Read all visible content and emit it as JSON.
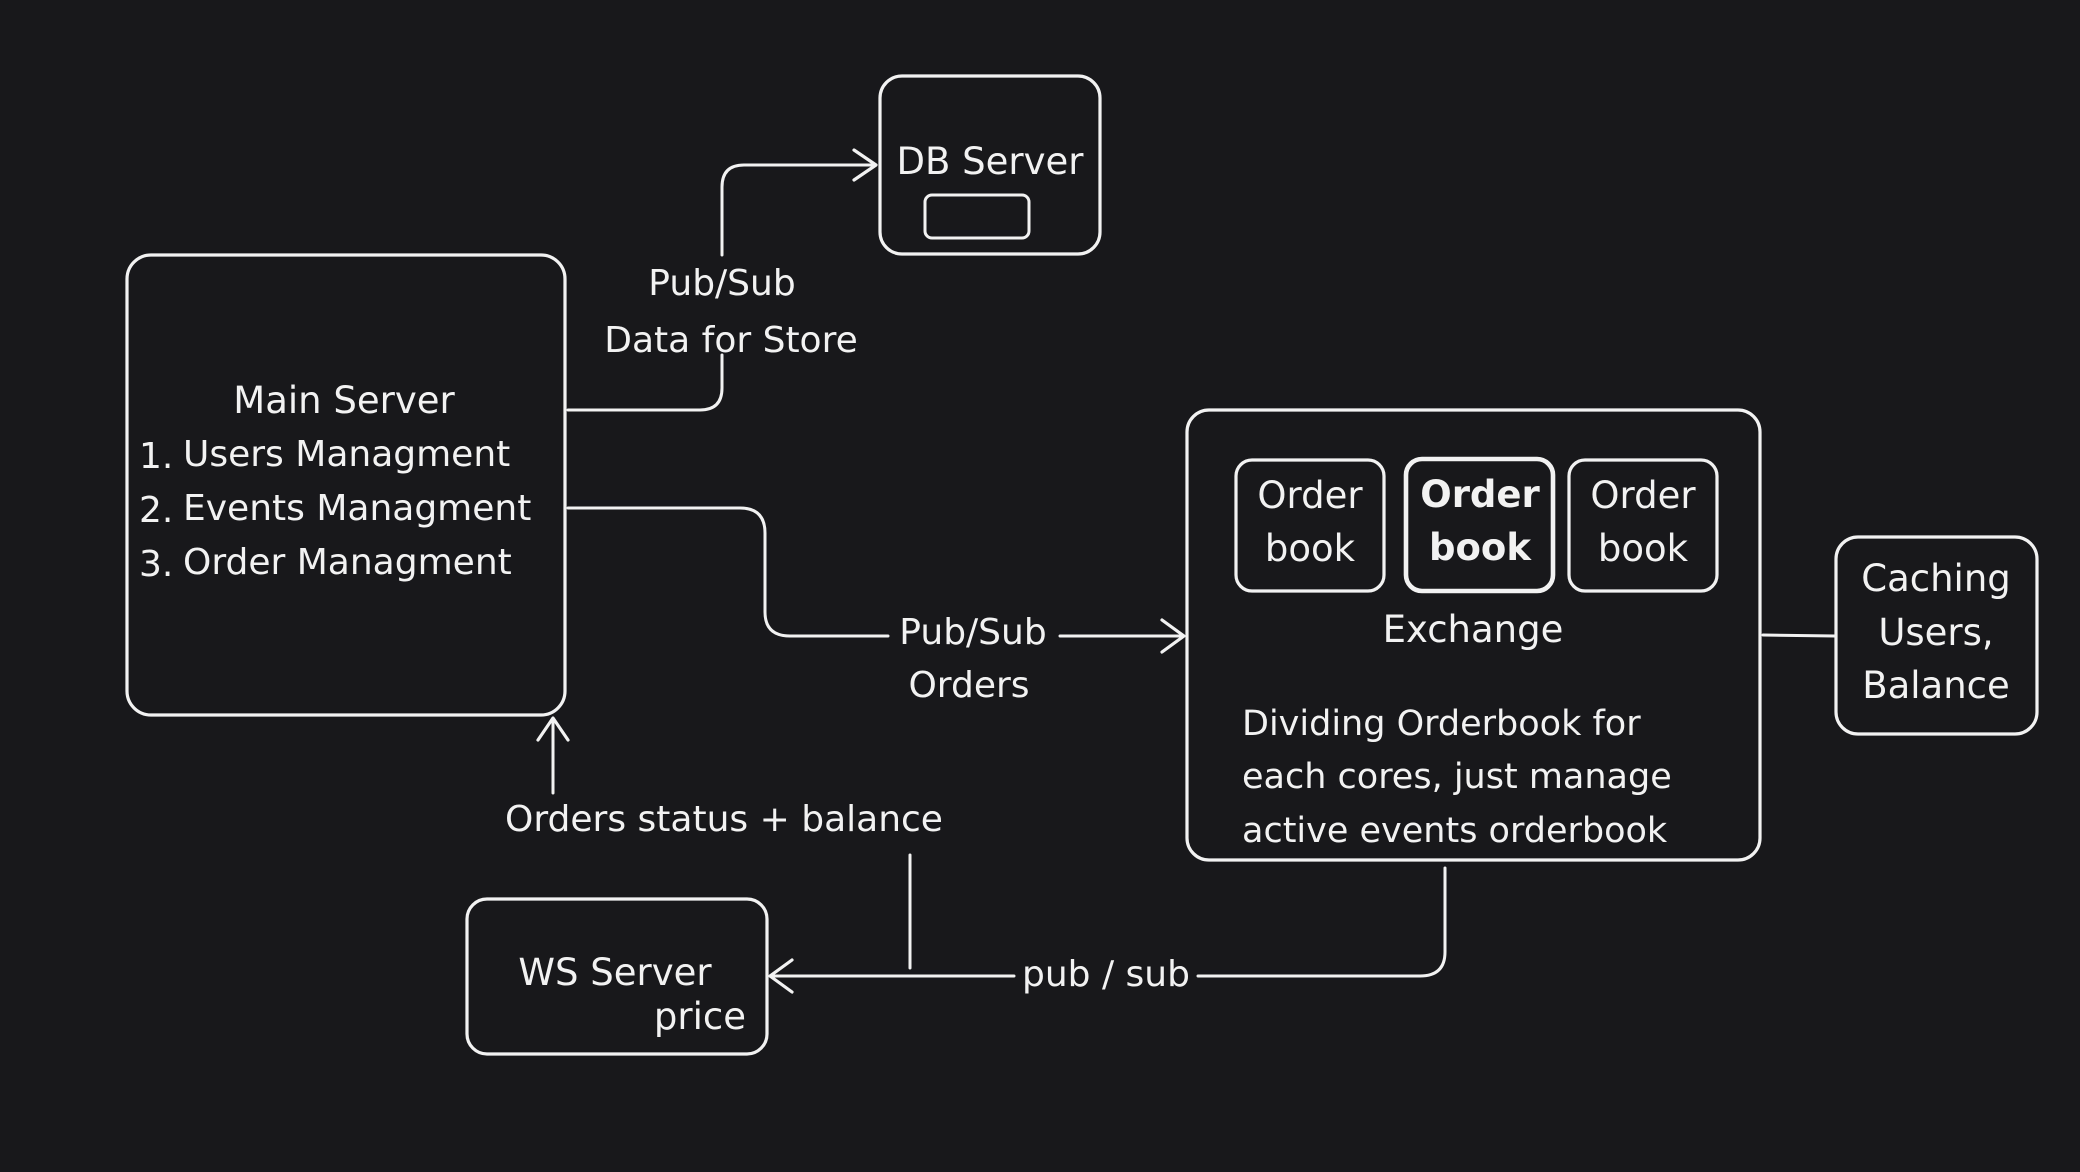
{
  "canvas": {
    "background": "#18181b",
    "stroke_color": "#f2f2f2"
  },
  "nodes": {
    "db_server": {
      "title": "DB Server"
    },
    "main_server": {
      "title": "Main Server",
      "items": [
        {
          "number": "1.",
          "text": "Users Managment"
        },
        {
          "number": "2.",
          "text": "Events Managment"
        },
        {
          "number": "3.",
          "text": "Order Managment"
        }
      ]
    },
    "exchange": {
      "title": "Exchange",
      "orderbooks": [
        {
          "line1": "Order",
          "line2": "book"
        },
        {
          "line1": "Order",
          "line2": "book"
        },
        {
          "line1": "Order",
          "line2": "book"
        }
      ],
      "description": [
        "Dividing Orderbook for",
        "each cores, just manage",
        "active events orderbook"
      ]
    },
    "caching": {
      "lines": [
        "Caching",
        "Users,",
        "Balance"
      ]
    },
    "ws_server": {
      "title": "WS Server",
      "subtitle": "price"
    }
  },
  "edges": {
    "main_to_db": {
      "line1": "Pub/Sub",
      "line2": "Data for Store"
    },
    "main_to_exchange": {
      "line1": "Pub/Sub",
      "line2": "Orders"
    },
    "ws_to_main": {
      "label": "Orders status + balance"
    },
    "exchange_to_ws": {
      "label": "pub / sub"
    }
  }
}
